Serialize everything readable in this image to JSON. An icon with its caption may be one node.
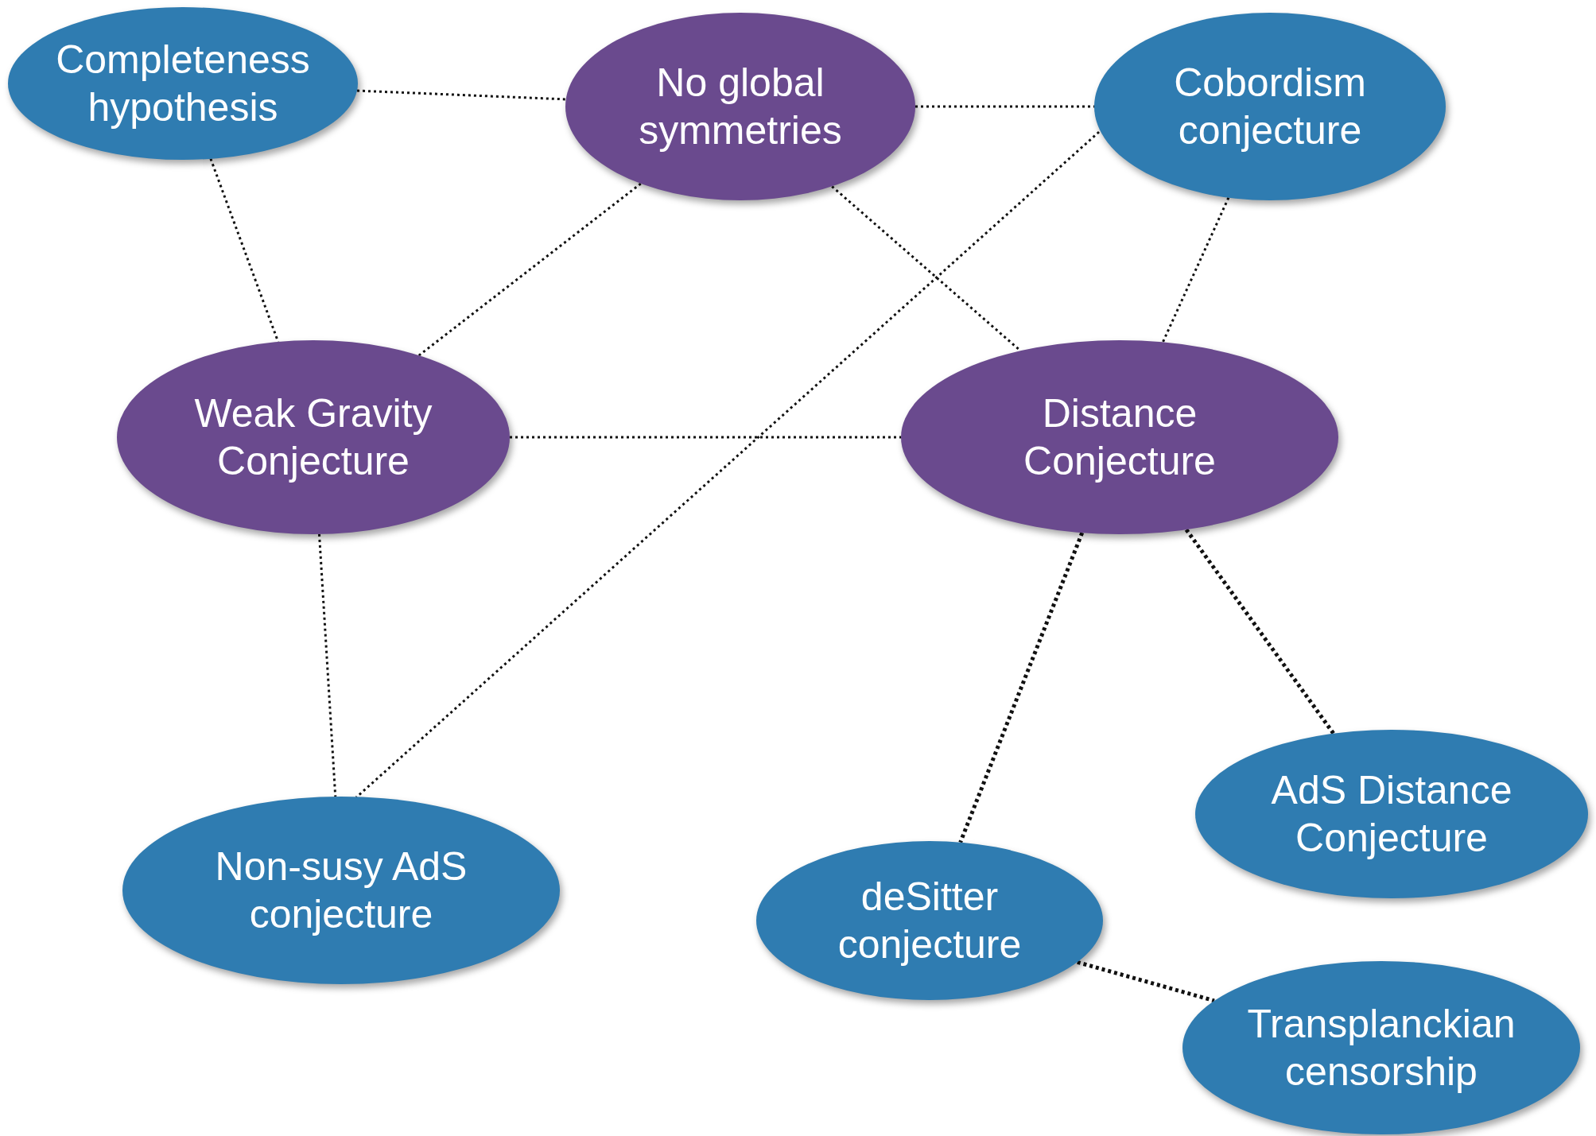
{
  "diagram": {
    "nodes": [
      {
        "text": [
          "Completeness hypothesis"
        ]
      },
      {
        "text": [
          "No global symmetries"
        ]
      },
      {
        "text": [
          "Cobordism conjecture"
        ]
      },
      {
        "text": [
          "Weak Gravity Conjecture"
        ]
      },
      {
        "text": [
          "Distance Conjecture"
        ]
      },
      {
        "text": [
          "Non-susy AdS conjecture"
        ]
      },
      {
        "text": [
          "AdS Distance Conjecture"
        ]
      },
      {
        "text": [
          "deSitter conjecture"
        ]
      },
      {
        "text": [
          "Transplanckian censorship"
        ]
      }
    ],
    "edges": [
      {
        "from": 0,
        "to": 1,
        "arrow": "none",
        "style": "dashed"
      },
      {
        "from": 1,
        "to": 2,
        "arrow": "none",
        "style": "dashed"
      },
      {
        "from": 0,
        "to": 3,
        "arrow": "none",
        "style": "dashed"
      },
      {
        "from": 1,
        "to": 3,
        "arrow": "none",
        "style": "dashed"
      },
      {
        "from": 1,
        "to": 4,
        "arrow": "none",
        "style": "dashed"
      },
      {
        "from": 2,
        "to": 4,
        "arrow": "none",
        "style": "dashed"
      },
      {
        "from": 2,
        "to": 5,
        "arrow": "none",
        "style": "dashed"
      },
      {
        "from": 3,
        "to": 4,
        "arrow": "none",
        "style": "dashed"
      },
      {
        "from": 3,
        "to": 5,
        "arrow": "none",
        "style": "dashed"
      },
      {
        "from": 4,
        "to": 6,
        "arrow": "none",
        "style": "dashed"
      },
      {
        "from": 4,
        "to": 7,
        "arrow": "none",
        "style": "dashed"
      },
      {
        "from": 7,
        "to": 8,
        "arrow": "none",
        "style": "dashed"
      }
    ]
  }
}
